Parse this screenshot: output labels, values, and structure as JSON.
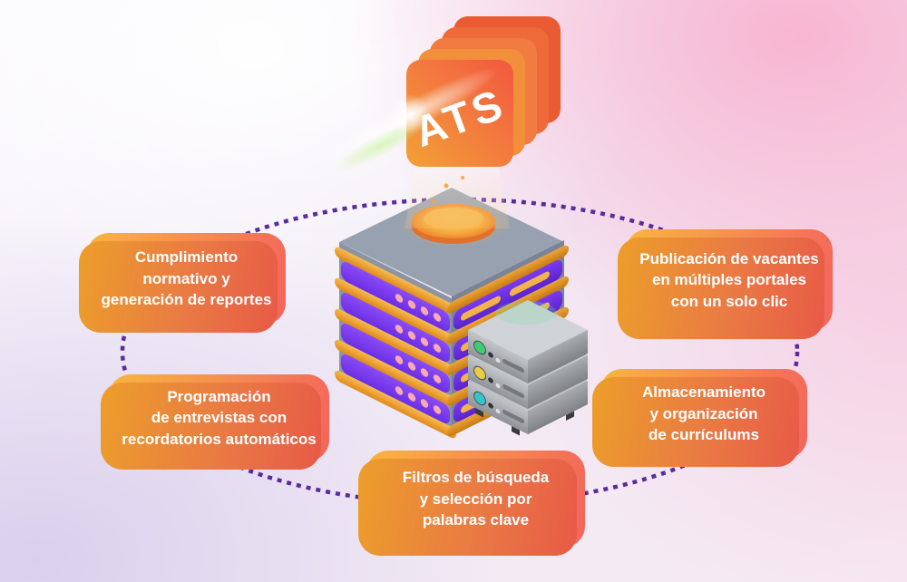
{
  "title_badge": {
    "label": "ATS"
  },
  "features": [
    {
      "name": "cumplimiento",
      "lines": [
        "Cumplimiento",
        "normativo y",
        "generación de reportes"
      ]
    },
    {
      "name": "publicacion",
      "lines": [
        "Publicación de vacantes",
        "en múltiples portales",
        "con un solo clic"
      ]
    },
    {
      "name": "programacion",
      "lines": [
        "Programación",
        "de entrevistas con",
        "recordatorios automáticos"
      ]
    },
    {
      "name": "almacenamiento",
      "lines": [
        "Almacenamiento",
        "y organización",
        "de currículums"
      ]
    },
    {
      "name": "filtros",
      "lines": [
        "Filtros de búsqueda",
        "y selección por",
        "palabras clave"
      ]
    }
  ],
  "icons": {
    "ats_badge": "ats-card-stack-icon",
    "main_server": "purple-server-stack-icon",
    "storage_unit": "gray-storage-stack-icon",
    "connector": "dashed-ellipse-connector"
  },
  "colors": {
    "card_gradient_start": "#f9b53f",
    "card_gradient_end": "#f4655c",
    "card_shadow": "#ec9e2b",
    "connector_dash": "#5b2b9e",
    "card_text": "#ffffff",
    "server_purple": "#7a3af0",
    "server_gold": "#f0a23a",
    "led_green": "#3ecb74",
    "led_yellow": "#e7cd45",
    "led_teal": "#35c4cb"
  }
}
